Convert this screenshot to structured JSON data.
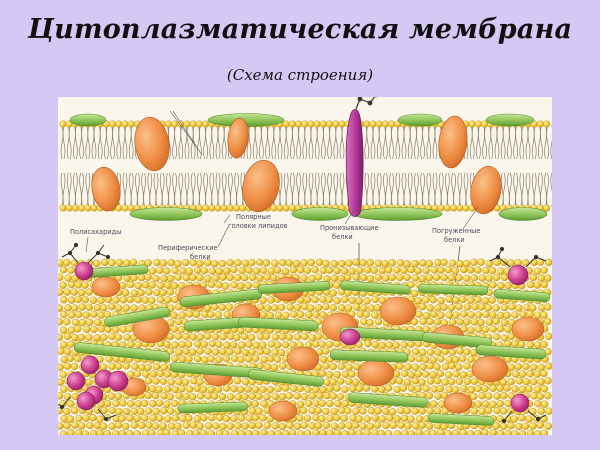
{
  "title": "Цитоплазматическая мембрана",
  "subtitle": "(Схема строения)",
  "labels": {
    "polysaccharides": "Полисахариды",
    "peripheral_1": "Периферические",
    "peripheral_2": "белки",
    "polar_heads_1": "Полярные",
    "polar_heads_2": "головки липидов",
    "penetrating_1": "Пронизывающие",
    "penetrating_2": "белки",
    "submerged_1": "Погруженные",
    "submerged_2": "белки"
  },
  "colors": {
    "background": "#d6c8f4",
    "panel": "#fbf6ec",
    "lipid_head": "#f0c93a",
    "lipid_tail": "#8a7f6a",
    "green_protein": "#8cc456",
    "orange_protein": "#ef8e45",
    "purple_protein": "#b5379a",
    "magenta_protein": "#cf3f92"
  }
}
